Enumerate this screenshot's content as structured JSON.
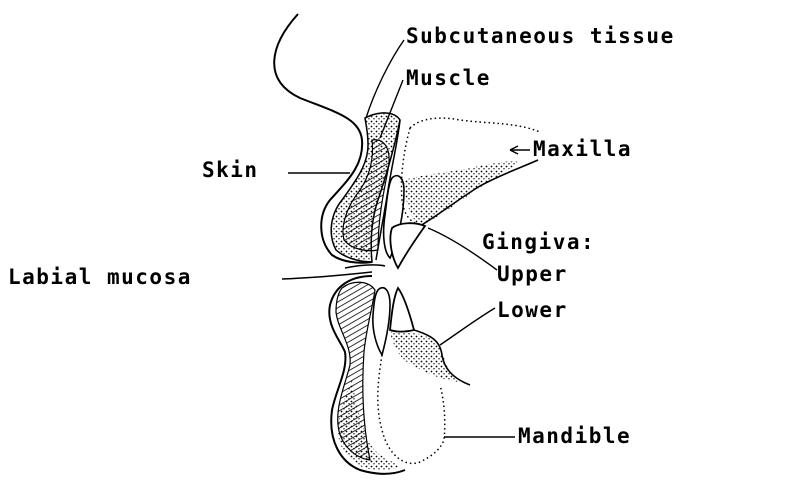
{
  "labels": {
    "subcutaneous": "Subcutaneous tissue",
    "muscle": "Muscle",
    "maxilla": "Maxilla",
    "skin": "Skin",
    "gingiva": "Gingiva:",
    "labial_mucosa": "Labial mucosa",
    "upper": "Upper",
    "lower": "Lower",
    "mandible": "Mandible"
  },
  "colors": {
    "ink": "#000000",
    "background": "#ffffff"
  }
}
